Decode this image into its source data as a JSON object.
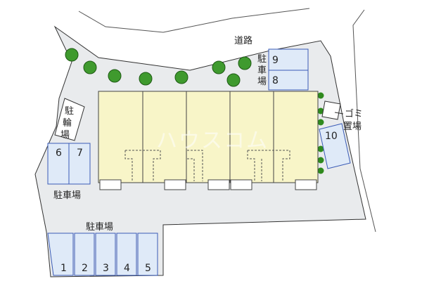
{
  "map": {
    "road_label": "道路",
    "parking_main_label": "駐車場",
    "parking_west_label": "駐車場",
    "parking_east_label": [
      "駐",
      "車",
      "場"
    ],
    "bicycle_parking_label": [
      "駐",
      "輪",
      "場"
    ],
    "garbage_label_line1": "ゴミ",
    "garbage_label_line2": "置場",
    "watermark": "ハウスコム",
    "parking_spaces_bottom": [
      "1",
      "2",
      "3",
      "4",
      "5"
    ],
    "parking_spaces_west": [
      "6",
      "7"
    ],
    "parking_spaces_east": [
      "9",
      "8"
    ],
    "parking_space_10": "10"
  },
  "colors": {
    "site": "#e9ebed",
    "building": "#f8f5c8",
    "parking": "#dfeaf8",
    "parking_border": "#3a5bb6",
    "tree": "#3f9a2e",
    "outline": "#333333"
  }
}
